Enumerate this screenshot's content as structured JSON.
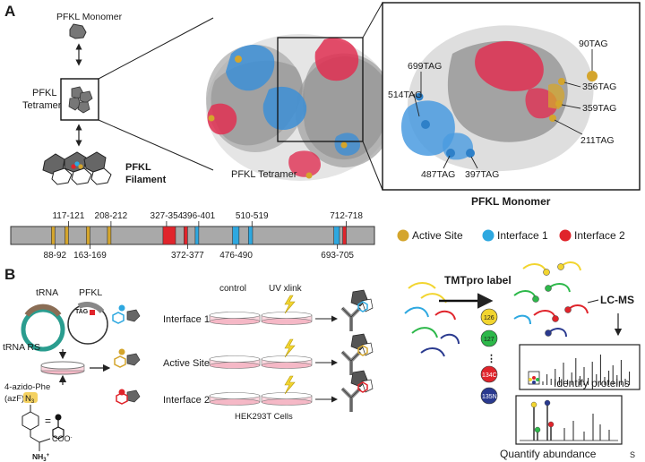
{
  "panel_a": {
    "label": "A",
    "monomer_label": "PFKL Monomer",
    "tetramer_label_1": "PFKL",
    "tetramer_label_2": "Tetramer",
    "filament_label_1": "PFKL",
    "filament_label_2": "Filament",
    "tetramer_caption": "PFKL Tetramer",
    "zoom_caption": "PFKL Monomer",
    "sites": [
      "699TAG",
      "514TAG",
      "487TAG",
      "397TAG",
      "90TAG",
      "356TAG",
      "359TAG",
      "211TAG"
    ]
  },
  "domain_bar": {
    "top_labels": [
      "117-121",
      "208-212",
      "327-354",
      "396-401",
      "510-519",
      "712-718"
    ],
    "bottom_labels": [
      "88-92",
      "163-169",
      "372-377",
      "476-490",
      "693-705"
    ],
    "segments": [
      {
        "start": 88,
        "end": 92,
        "type": "active"
      },
      {
        "start": 117,
        "end": 121,
        "type": "active"
      },
      {
        "start": 163,
        "end": 169,
        "type": "active"
      },
      {
        "start": 208,
        "end": 212,
        "type": "active"
      },
      {
        "start": 327,
        "end": 354,
        "type": "interface2"
      },
      {
        "start": 372,
        "end": 377,
        "type": "interface2"
      },
      {
        "start": 396,
        "end": 401,
        "type": "interface1"
      },
      {
        "start": 476,
        "end": 490,
        "type": "interface1"
      },
      {
        "start": 510,
        "end": 519,
        "type": "interface1"
      },
      {
        "start": 693,
        "end": 705,
        "type": "interface1"
      },
      {
        "start": 712,
        "end": 718,
        "type": "interface2"
      }
    ],
    "colors": {
      "active": "#d4a52c",
      "interface1": "#2ea8e0",
      "interface2": "#e0242b",
      "bar": "#a9a9a9"
    },
    "legend": [
      "Active Site",
      "Interface 1",
      "Interface 2"
    ]
  },
  "panel_b": {
    "label": "B",
    "trna": "tRNA",
    "pfkl": "PFKL",
    "tag": "TAG",
    "trna_rs": "tRNA RS",
    "azf_line1": "4-azido-Phe",
    "azf_line2": "(azF)",
    "n3": "N",
    "n3_sub": "3",
    "coo": "COO",
    "coo_sup": "-",
    "nh3": "NH",
    "nh3_sub": "3",
    "nh3_sup": "+",
    "equals": "=",
    "control": "control",
    "uv": "UV xlink",
    "rows": [
      "Interface 1",
      "Active Site",
      "Interface 2"
    ],
    "cells": "HEK293T Cells",
    "tmt": "TMTpro label",
    "tmt_tags": [
      "126",
      "127",
      "134C",
      "135N"
    ],
    "tmt_dots": "⋮",
    "lcms": "LC-MS",
    "identify": "Identify proteins",
    "quantify": "Quantify abundance",
    "corner": "S"
  }
}
